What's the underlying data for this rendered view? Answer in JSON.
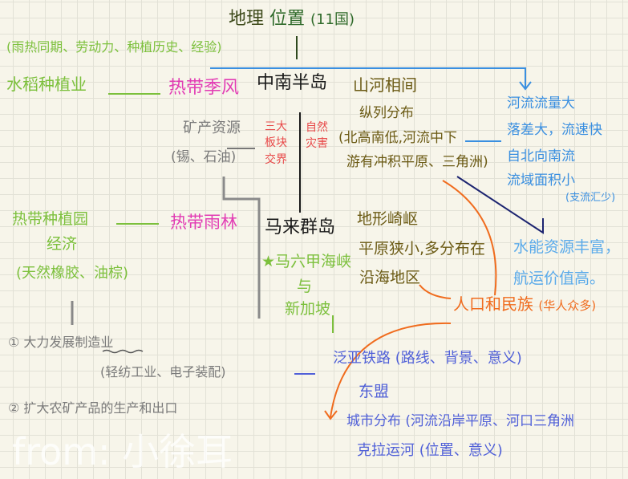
{
  "title": {
    "part1": "地理",
    "part2": "位置",
    "count": "(11国)"
  },
  "conditions_note": "(雨热同期、劳动力、种植历史、经验)",
  "left": {
    "rice": "水稻种植业",
    "plantation": [
      "热带种植园",
      "经济",
      "(天然橡胶、油棕)"
    ],
    "industry": [
      "① 大力发展制造业",
      "(轻纺工业、电子装配)",
      "② 扩大农矿产品的生产和出口"
    ]
  },
  "climate": {
    "monsoon": "热带季风",
    "rainforest": "热带雨林"
  },
  "minerals": [
    "矿产资源",
    "(锡、石油)"
  ],
  "hazards": {
    "cause": [
      "三大",
      "板块",
      "交界"
    ],
    "label": [
      "自然",
      "灾害"
    ]
  },
  "indochina": {
    "name": "中南半岛",
    "terrain": [
      "山河相间",
      "纵列分布",
      "(北高南低,河流中下",
      "游有冲积平原、三角洲)"
    ],
    "rivers": [
      "河流流量大",
      "落差大，流速快",
      "自北向南流",
      "流域面积小",
      "(支流汇少)"
    ],
    "resources": [
      "水能资源丰富，",
      "航运价值高。"
    ]
  },
  "malay": {
    "name": "马来群岛",
    "strait": [
      "★马六甲海峡",
      "与",
      "新加坡"
    ],
    "terrain": [
      "地形崎岖",
      "平原狭小,多分布在",
      "沿海地区"
    ]
  },
  "population": {
    "label": "人口和民族",
    "note": "(华人众多)"
  },
  "bottom_right": [
    "泛亚铁路 (路线、背景、意义)",
    "东盟",
    "城市分布 (河流沿岸平原、河口三角洲",
    "克拉运河 (位置、意义)"
  ],
  "watermark": "from: 小徐耳",
  "colors": {
    "paper": "#f7f5ea",
    "green": "#7cc03c",
    "pink": "#e23cb4",
    "blue": "#3a8fe0",
    "orange": "#f06c1e",
    "indigo": "#5060d8",
    "olive": "#6b5a14",
    "red": "#e84a4a"
  }
}
